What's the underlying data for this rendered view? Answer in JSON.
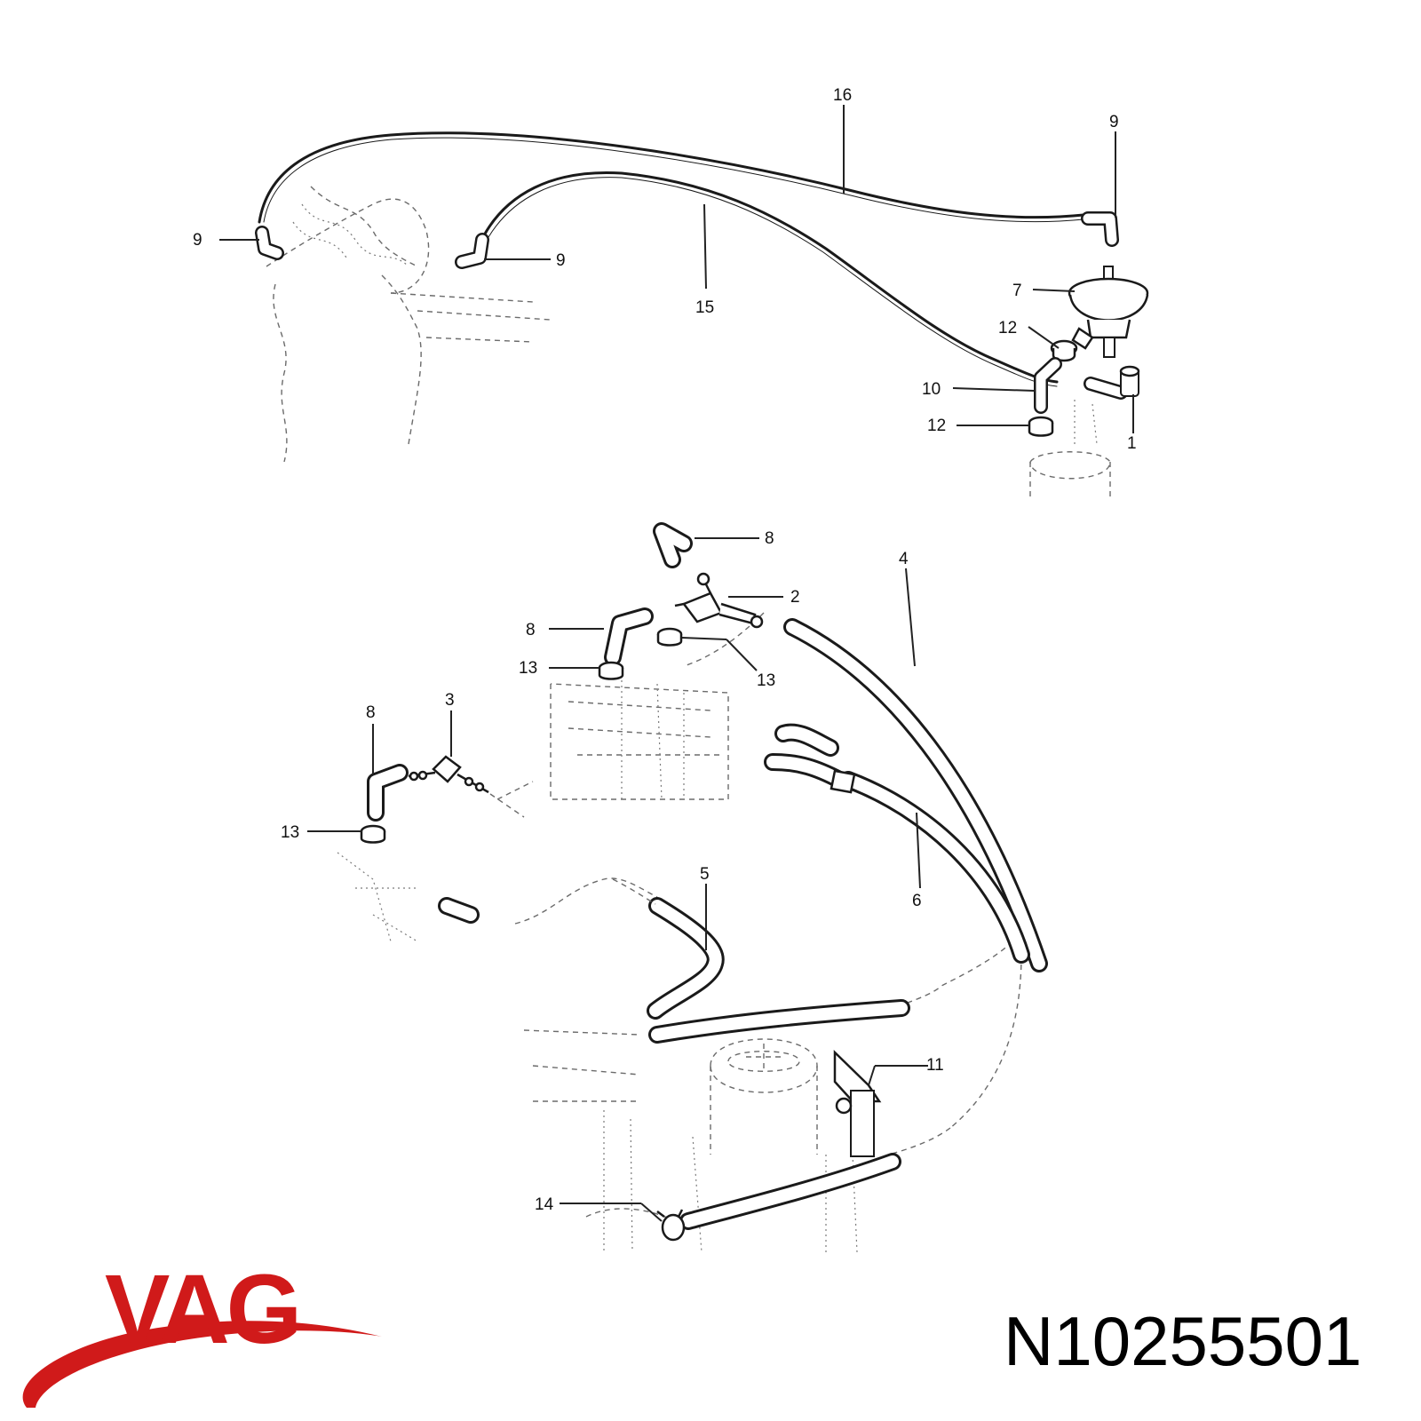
{
  "callouts": [
    {
      "id": "c16",
      "text": "16"
    },
    {
      "id": "c9a",
      "text": "9"
    },
    {
      "id": "c9b",
      "text": "9"
    },
    {
      "id": "c9c",
      "text": "9"
    },
    {
      "id": "c15",
      "text": "15"
    },
    {
      "id": "c7",
      "text": "7"
    },
    {
      "id": "c12a",
      "text": "12"
    },
    {
      "id": "c10",
      "text": "10"
    },
    {
      "id": "c12b",
      "text": "12"
    },
    {
      "id": "c1",
      "text": "1"
    },
    {
      "id": "c8a",
      "text": "8"
    },
    {
      "id": "c2",
      "text": "2"
    },
    {
      "id": "c4",
      "text": "4"
    },
    {
      "id": "c8b",
      "text": "8"
    },
    {
      "id": "c13a",
      "text": "13"
    },
    {
      "id": "c13b",
      "text": "13"
    },
    {
      "id": "c8c",
      "text": "8"
    },
    {
      "id": "c3",
      "text": "3"
    },
    {
      "id": "c13c",
      "text": "13"
    },
    {
      "id": "c5",
      "text": "5"
    },
    {
      "id": "c6",
      "text": "6"
    },
    {
      "id": "c11",
      "text": "11"
    },
    {
      "id": "c14",
      "text": "14"
    }
  ],
  "brand": {
    "logo_text": "VAG",
    "logo_color": "#d01a1a"
  },
  "part_number": "N10255501"
}
